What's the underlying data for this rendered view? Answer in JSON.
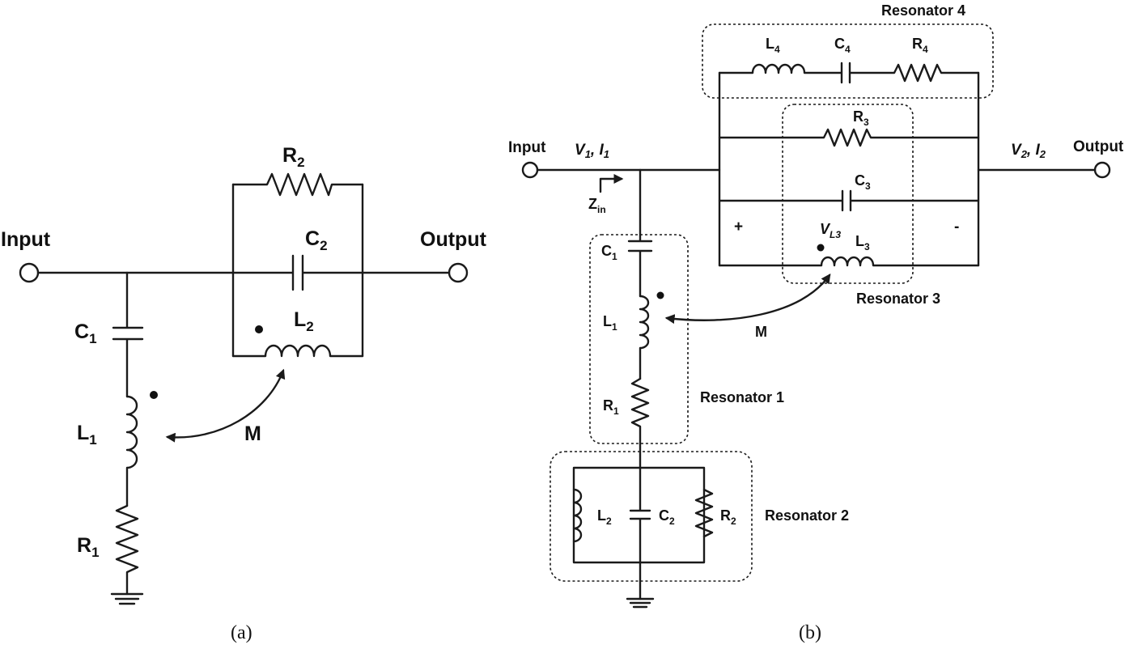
{
  "panel_a": {
    "input": "Input",
    "output": "Output",
    "r2": {
      "main": "R",
      "sub": "2"
    },
    "c2": {
      "main": "C",
      "sub": "2"
    },
    "l2": {
      "main": "L",
      "sub": "2"
    },
    "c1": {
      "main": "C",
      "sub": "1"
    },
    "l1": {
      "main": "L",
      "sub": "1"
    },
    "r1": {
      "main": "R",
      "sub": "1"
    },
    "m": "M",
    "caption": "(a)"
  },
  "panel_b": {
    "input": "Input",
    "output": "Output",
    "v1": {
      "v": "V",
      "vs": "1",
      "sep": ", ",
      "i": "I",
      "is": "1"
    },
    "v2": {
      "v": "V",
      "vs": "2",
      "sep": ", ",
      "i": "I",
      "is": "2"
    },
    "zin": {
      "main": "Z",
      "sub": "in"
    },
    "c1": {
      "main": "C",
      "sub": "1"
    },
    "l1": {
      "main": "L",
      "sub": "1"
    },
    "r1": {
      "main": "R",
      "sub": "1"
    },
    "l2": {
      "main": "L",
      "sub": "2"
    },
    "c2": {
      "main": "C",
      "sub": "2"
    },
    "r2": {
      "main": "R",
      "sub": "2"
    },
    "l3": {
      "main": "L",
      "sub": "3"
    },
    "c3": {
      "main": "C",
      "sub": "3"
    },
    "r3": {
      "main": "R",
      "sub": "3"
    },
    "l4": {
      "main": "L",
      "sub": "4"
    },
    "c4": {
      "main": "C",
      "sub": "4"
    },
    "r4": {
      "main": "R",
      "sub": "4"
    },
    "vl3": {
      "main": "V",
      "sub": "L3"
    },
    "plus": "+",
    "minus": "-",
    "m": "M",
    "resonator_1": "Resonator 1",
    "resonator_2": "Resonator 2",
    "resonator_3": "Resonator 3",
    "resonator_4": "Resonator 4",
    "caption": "(b)"
  }
}
